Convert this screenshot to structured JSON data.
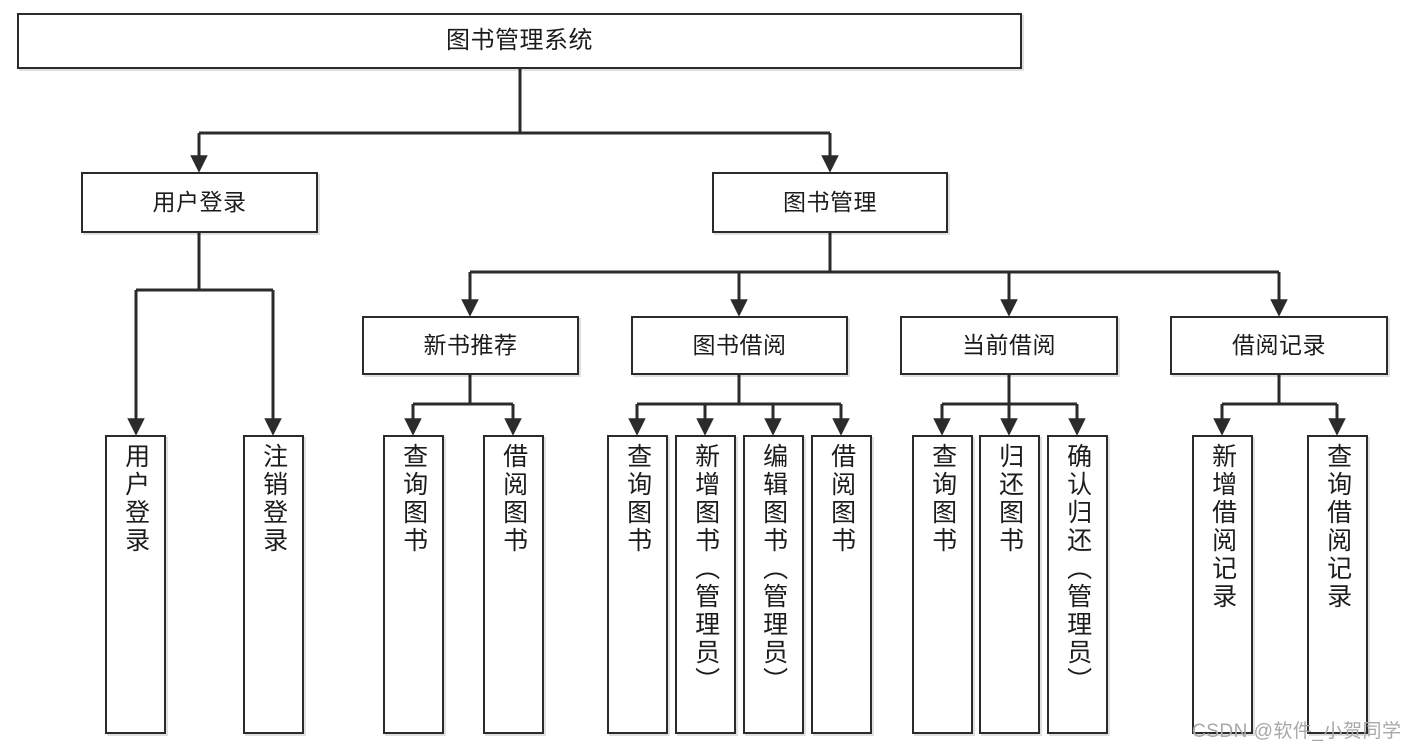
{
  "diagram": {
    "title": "图书管理系统",
    "watermark": "CSDN @软件_小贺同学",
    "edge_color": "#2b2b2b",
    "node_border_color": "#2b2b2b",
    "node_fill_color": "#ffffff",
    "background_color": "#ffffff",
    "nodes": {
      "root": {
        "label": "图书管理系统"
      },
      "level2": [
        {
          "label": "用户登录"
        },
        {
          "label": "图书管理"
        }
      ],
      "level3": [
        {
          "label": "新书推荐"
        },
        {
          "label": "图书借阅"
        },
        {
          "label": "当前借阅"
        },
        {
          "label": "借阅记录"
        }
      ],
      "leaves": {
        "user_login": [
          {
            "label": "用户登录"
          },
          {
            "label": "注销登录"
          }
        ],
        "new_book": [
          {
            "label": "查询图书"
          },
          {
            "label": "借阅图书"
          }
        ],
        "book_borrow": [
          {
            "label": "查询图书"
          },
          {
            "label": "新增图书（管理员）"
          },
          {
            "label": "编辑图书（管理员）"
          },
          {
            "label": "借阅图书"
          }
        ],
        "current_borrow": [
          {
            "label": "查询图书"
          },
          {
            "label": "归还图书"
          },
          {
            "label": "确认归还（管理员）"
          }
        ],
        "borrow_record": [
          {
            "label": "新增借阅记录"
          },
          {
            "label": "查询借阅记录"
          }
        ]
      }
    }
  }
}
